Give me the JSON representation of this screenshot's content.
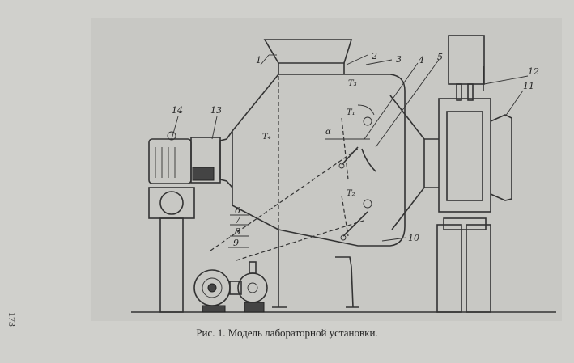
{
  "caption": "Рис. 1. Модель лабораторной установки.",
  "page_number": "173",
  "labels": [
    "1",
    "2",
    "3",
    "4",
    "5",
    "6",
    "7",
    "8",
    "9",
    "10",
    "11",
    "12",
    "13",
    "14"
  ],
  "symbols": {
    "t1": "T₁",
    "t2": "T₂",
    "t3": "T₃",
    "t4": "T₄",
    "alpha": "α"
  }
}
